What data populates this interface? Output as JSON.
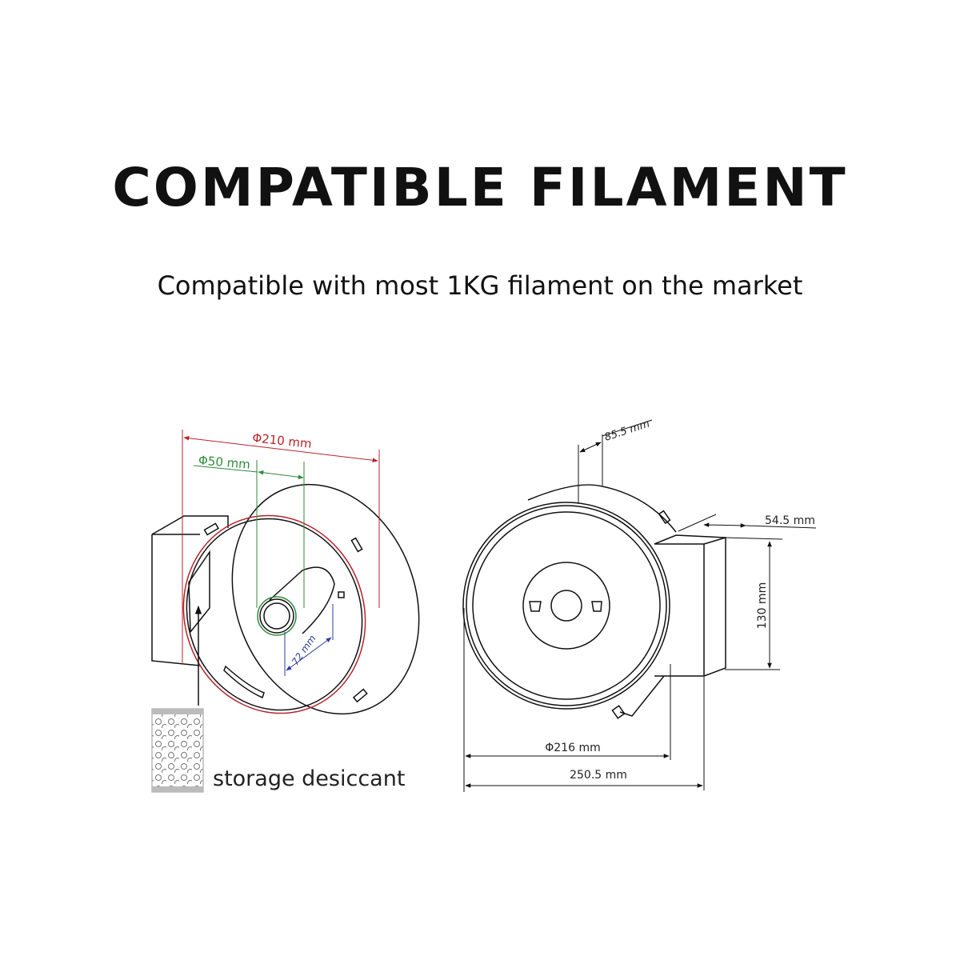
{
  "header": {
    "title": "COMPATIBLE FILAMENT",
    "subtitle": "Compatible with most 1KG filament on the market"
  },
  "left_diagram": {
    "dim_outer": "Φ210 mm",
    "dim_hub": "Φ50 mm",
    "dim_width": "72 mm",
    "desiccant_label": "storage desiccant"
  },
  "right_diagram": {
    "dim_depth": "85.5 mm",
    "dim_box_depth": "54.5 mm",
    "dim_box_height": "130 mm",
    "dim_diameter": "Φ216 mm",
    "dim_total_width": "250.5 mm"
  },
  "colors": {
    "red": "#b8232a",
    "green": "#2e8b3a",
    "blue": "#2a3f9a"
  }
}
